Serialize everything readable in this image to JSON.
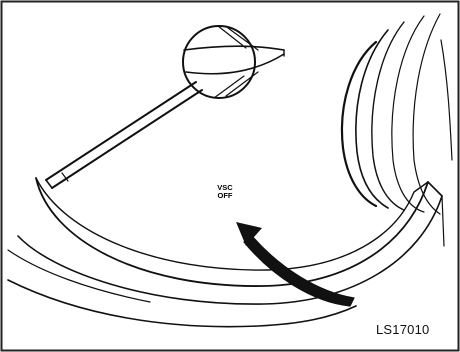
{
  "figure": {
    "indicator": {
      "line1": "VSC",
      "line2": "OFF"
    },
    "figure_code": "LS17010"
  },
  "colors": {
    "line": "#111111",
    "background": "#ffffff"
  }
}
